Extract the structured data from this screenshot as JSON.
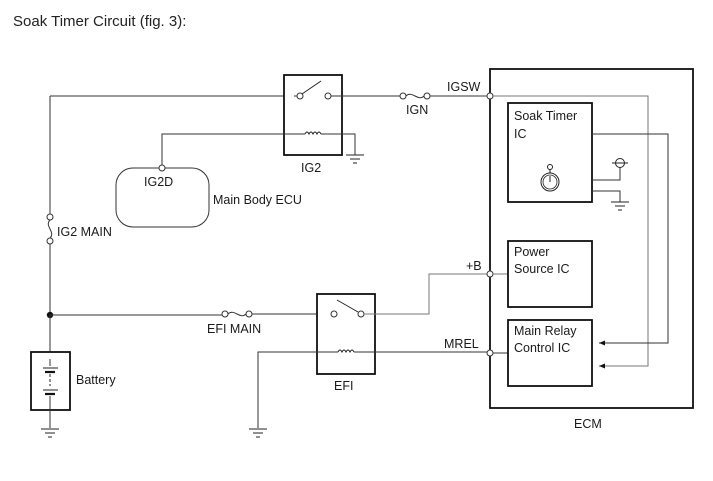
{
  "title": "Soak Timer Circuit (fig. 3):",
  "components": {
    "ig2_relay": "IG2",
    "efi_relay": "EFI",
    "ign_fuse": "IGN",
    "ig2_main_fuse": "IG2 MAIN",
    "efi_main_fuse": "EFI MAIN",
    "battery": "Battery",
    "main_body_ecu": "Main Body ECU",
    "ig2d_terminal": "IG2D",
    "ecm": "ECM"
  },
  "ecm_terminals": {
    "igsw": "IGSW",
    "plus_b": "+B",
    "mrel": "MREL"
  },
  "ecm_blocks": {
    "soak_timer_line1": "Soak Timer",
    "soak_timer_line2": "IC",
    "power_source_line1": "Power",
    "power_source_line2": "Source IC",
    "main_relay_line1": "Main Relay",
    "main_relay_line2": "Control IC"
  }
}
